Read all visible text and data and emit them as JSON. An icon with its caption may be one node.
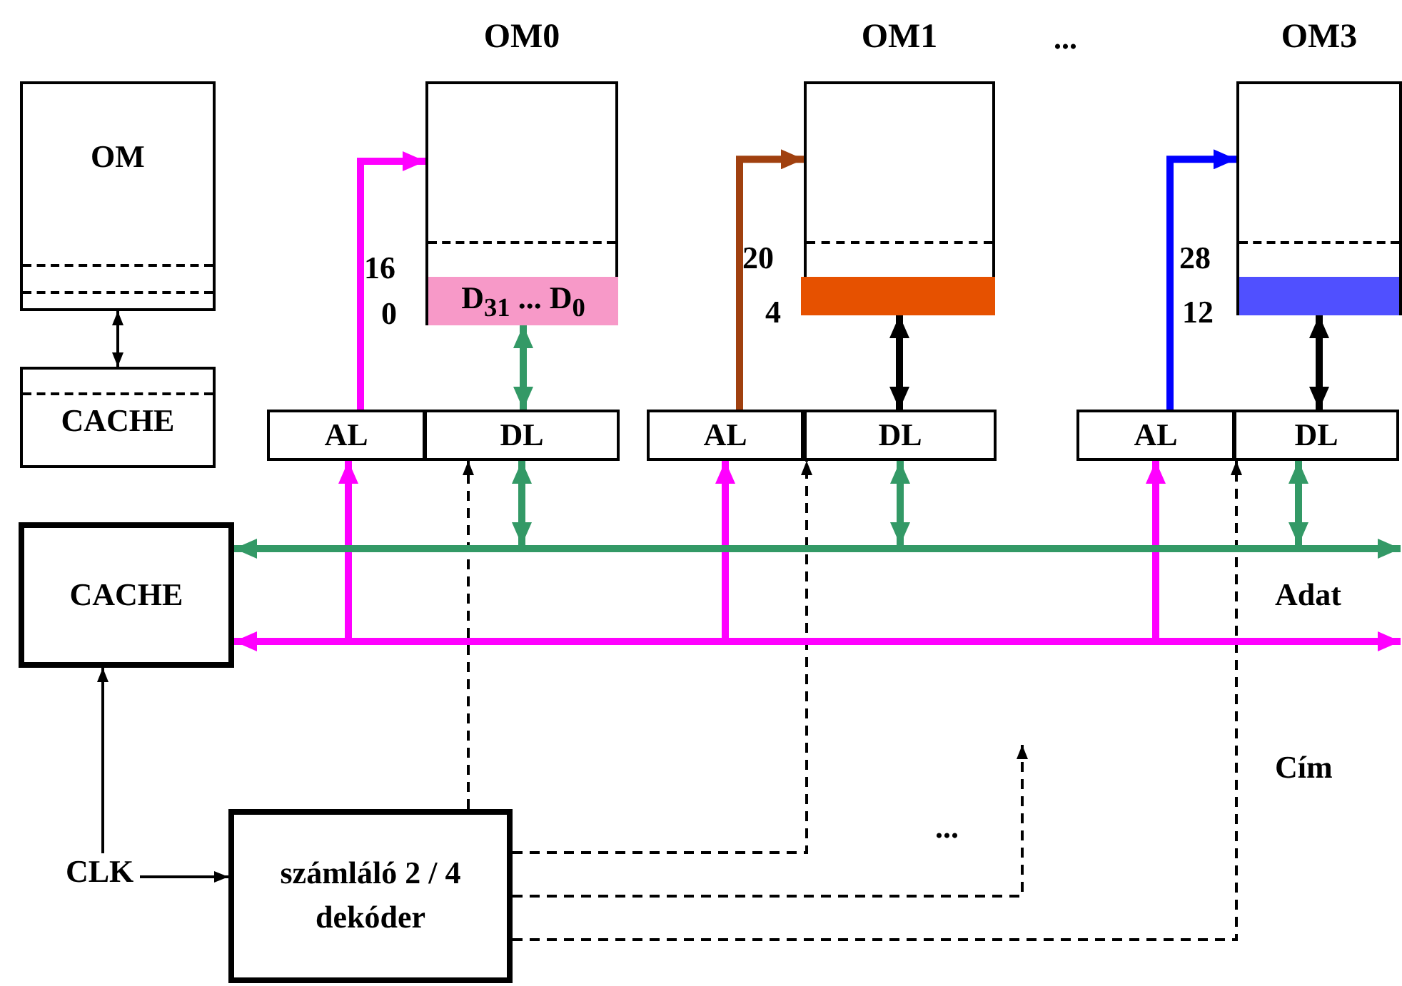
{
  "diagram": {
    "nodes": [
      {
        "text": [
          "OM"
        ]
      },
      {
        "text": [
          "CACHE"
        ]
      },
      {
        "text": [
          "OM0"
        ],
        "beside": [
          "16",
          "0"
        ]
      },
      {
        "text": [
          "D$_{31}$ ... D$_{0}$"
        ],
        "in": 2
      },
      {
        "text": [
          "OM1"
        ],
        "beside": [
          "20",
          "4"
        ]
      },
      {
        "text": [],
        "shape": "bar",
        "in": 4
      },
      {
        "text": [
          "OM3"
        ],
        "beside": [
          "28",
          "12"
        ]
      },
      {
        "text": [],
        "shape": "bar",
        "in": 6
      },
      {
        "text": [
          "AL"
        ]
      },
      {
        "text": [
          "DL"
        ]
      },
      {
        "text": [
          "AL"
        ]
      },
      {
        "text": [
          "DL"
        ]
      },
      {
        "text": [
          "AL"
        ]
      },
      {
        "text": [
          "DL"
        ]
      },
      {
        "text": [
          "CACHE"
        ]
      },
      {
        "text": [],
        "shape": "bar",
        "beside": [
          "Adat"
        ]
      },
      {
        "text": [],
        "shape": "bar",
        "beside": [
          "Cím"
        ]
      },
      {
        "text": [
          "CLK"
        ]
      },
      {
        "text": [
          "számláló 2 / 4 dekóder"
        ]
      }
    ],
    "edges": [
      {
        "from": 0,
        "to": 1,
        "arrow": "both"
      },
      {
        "from": 3,
        "to": 9,
        "arrow": "both",
        "color": "#339966"
      },
      {
        "from": 5,
        "to": 11,
        "arrow": "both"
      },
      {
        "from": 7,
        "to": 13,
        "arrow": "both"
      },
      {
        "from": 8,
        "to": 2,
        "arrow": "to",
        "color": "#ff00ff"
      },
      {
        "from": 10,
        "to": 4,
        "arrow": "to",
        "color": "#a0400f"
      },
      {
        "from": 12,
        "to": 6,
        "arrow": "to",
        "color": "#0000ff"
      },
      {
        "from": 15,
        "to": 9,
        "arrow": "both",
        "color": "#339966"
      },
      {
        "from": 15,
        "to": 11,
        "arrow": "both",
        "color": "#339966"
      },
      {
        "from": 15,
        "to": 13,
        "arrow": "both",
        "color": "#339966"
      },
      {
        "from": 15,
        "to": 14,
        "arrow": "to",
        "color": "#339966"
      },
      {
        "from": 15,
        "to": null,
        "arrow": "to",
        "color": "#339966"
      },
      {
        "from": 16,
        "to": 14,
        "arrow": "to",
        "color": "#ff00ff"
      },
      {
        "from": 16,
        "to": 8,
        "arrow": "to",
        "color": "#ff00ff"
      },
      {
        "from": 16,
        "to": 10,
        "arrow": "to",
        "color": "#ff00ff"
      },
      {
        "from": 16,
        "to": 12,
        "arrow": "to",
        "color": "#ff00ff"
      },
      {
        "from": 16,
        "to": null,
        "arrow": "to",
        "color": "#ff00ff"
      },
      {
        "from": 17,
        "to": 14,
        "arrow": "to"
      },
      {
        "from": 17,
        "to": 18,
        "arrow": "to"
      },
      {
        "from": 18,
        "to": 9,
        "arrow": "to",
        "style": "dashed"
      },
      {
        "from": 18,
        "to": 11,
        "arrow": "to",
        "style": "dashed"
      },
      {
        "from": 18,
        "to": null,
        "arrow": "to",
        "style": "dashed"
      },
      {
        "from": 18,
        "to": 13,
        "arrow": "to",
        "style": "dashed"
      }
    ],
    "labels": [
      "...",
      "..."
    ]
  }
}
